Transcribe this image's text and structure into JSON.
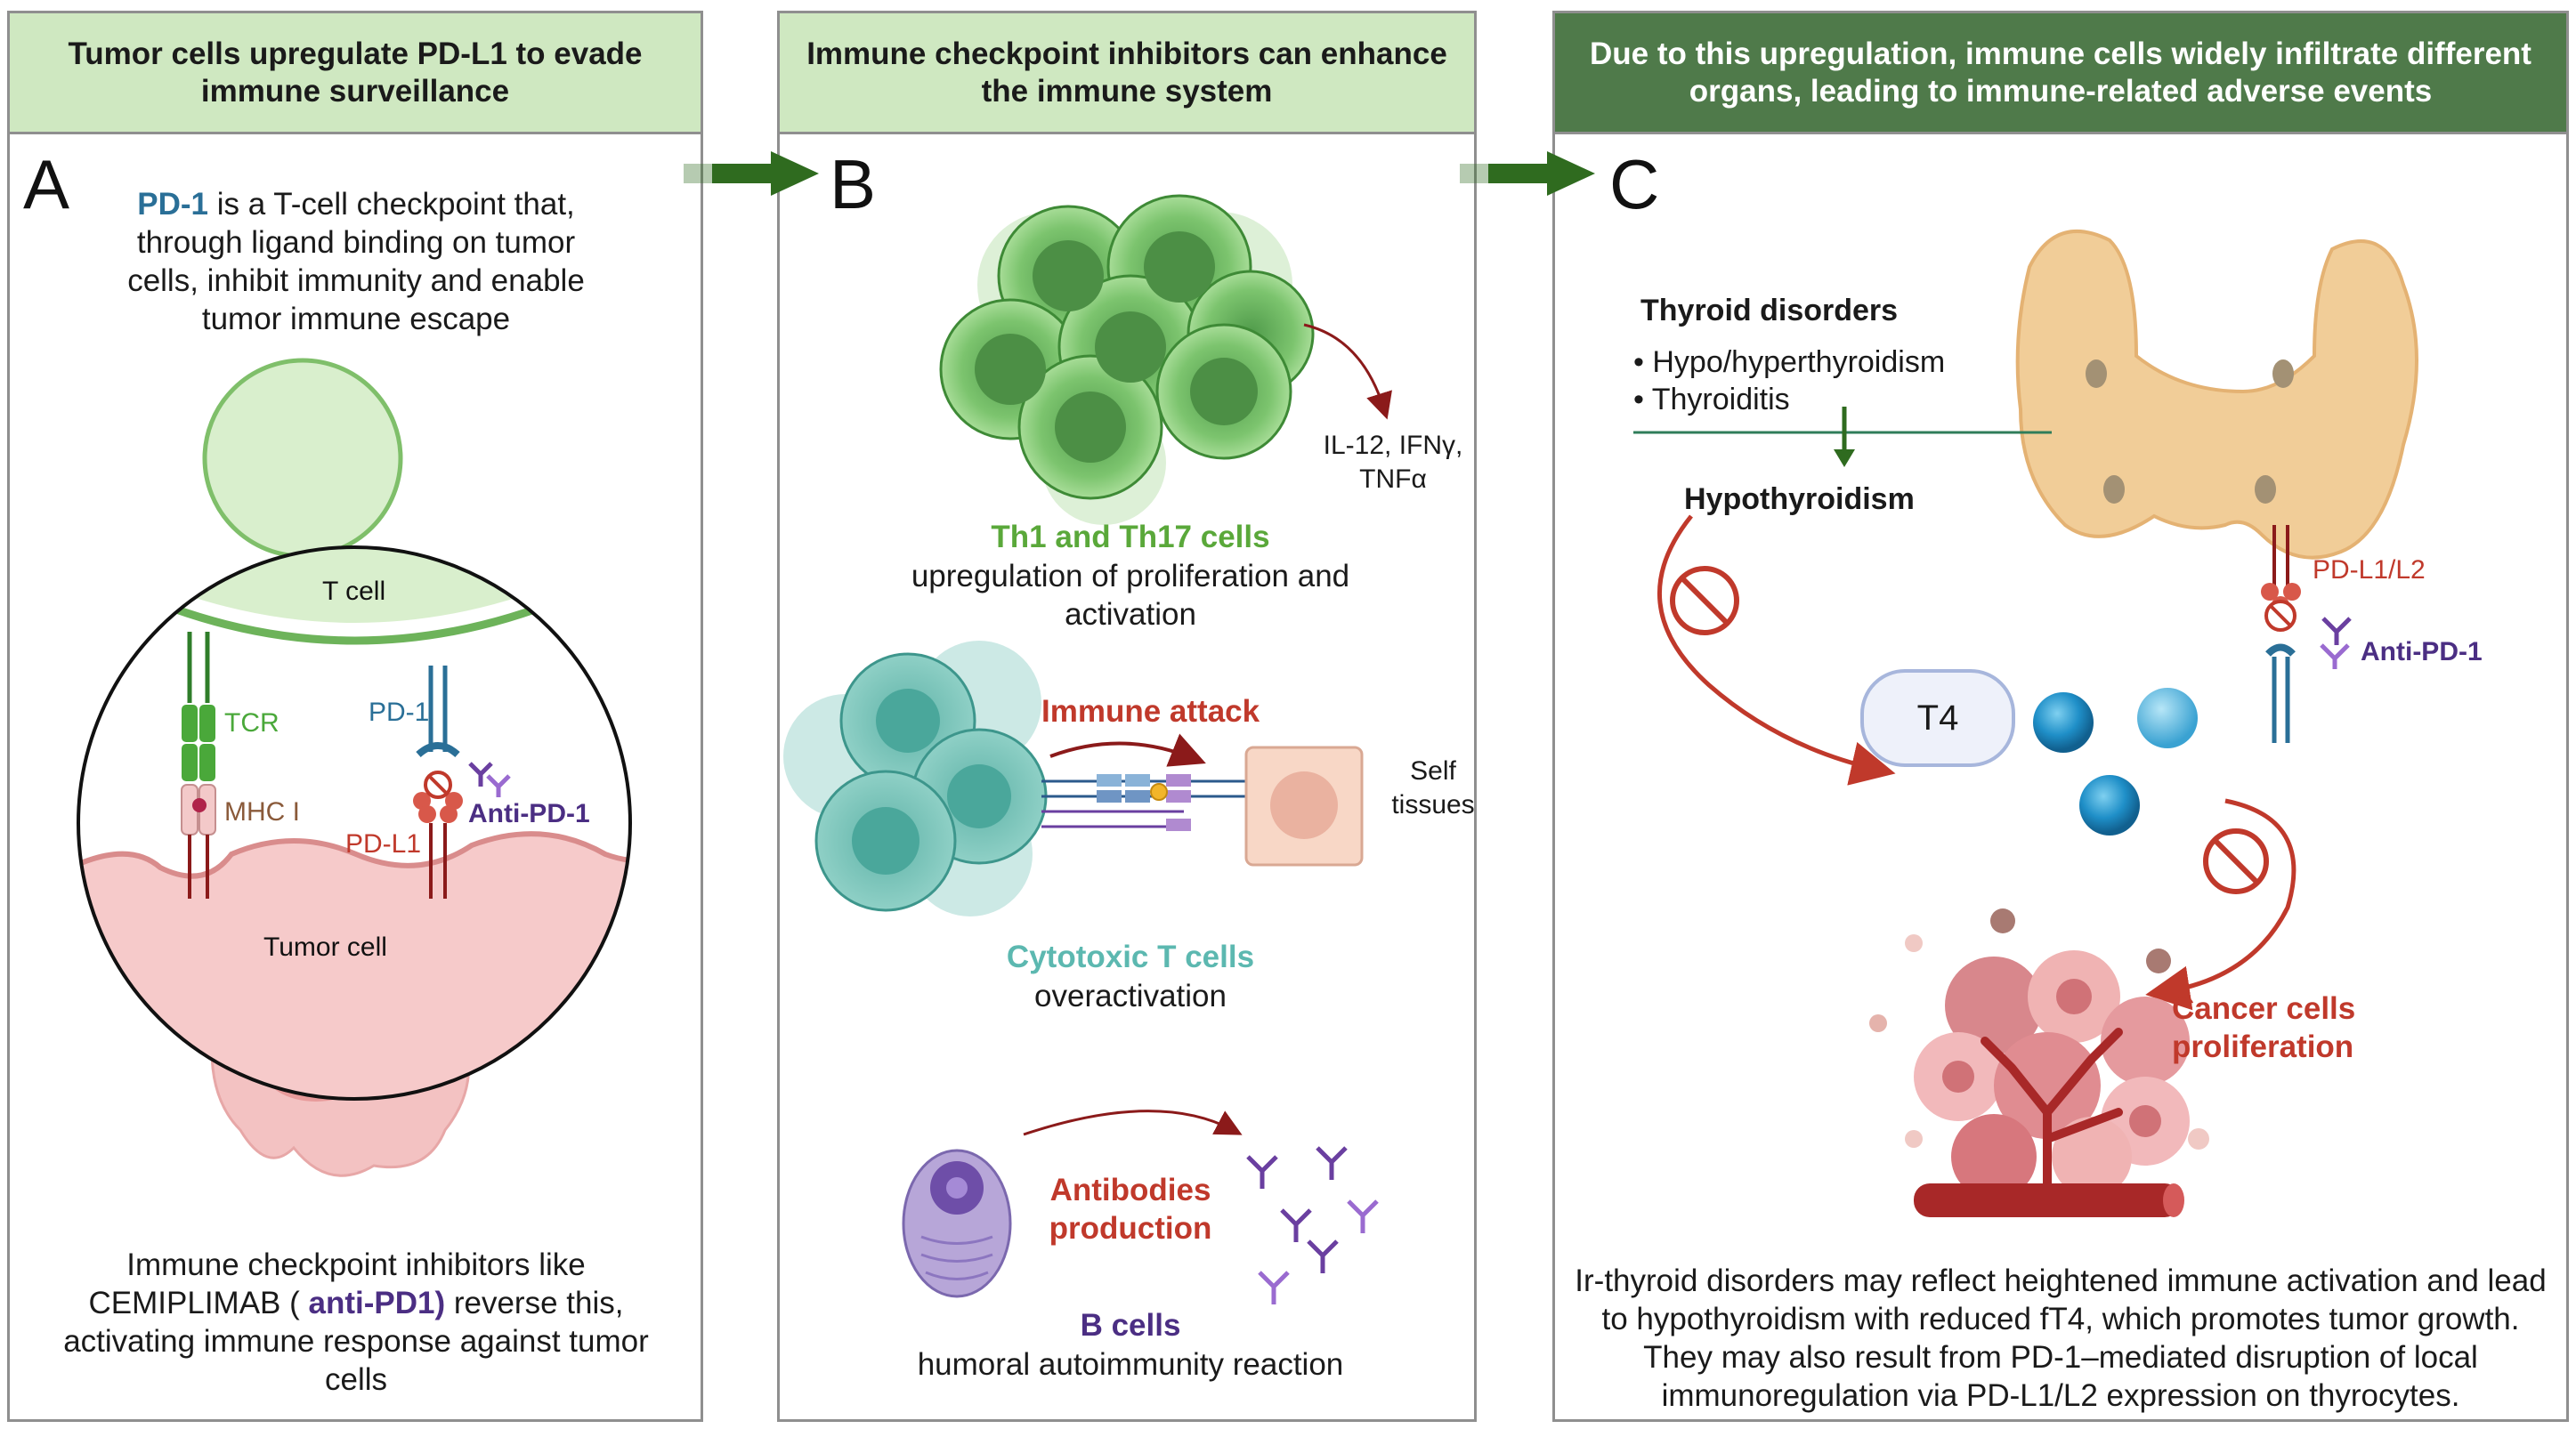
{
  "panels": {
    "a": {
      "header": "Tumor cells upregulate PD-L1 to evade immune surveillance",
      "letter": "A",
      "intro_highlight": "PD-1",
      "intro_rest": " is a T-cell checkpoint that, through ligand binding on tumor cells, inhibit immunity and enable tumor immune escape",
      "labels": {
        "t_cell": "T cell",
        "tcr": "TCR",
        "mhc": "MHC I",
        "pd1": "PD-1",
        "pdl1": "PD-L1",
        "anti_pd1": "Anti-PD-1",
        "tumor_cell": "Tumor cell"
      },
      "footer_pre": "Immune checkpoint inhibitors like CEMIPLIMAB ( ",
      "footer_highlight": "anti-PD1)",
      "footer_post": " reverse this, activating immune response against tumor cells"
    },
    "b": {
      "header": "Immune checkpoint inhibitors can enhance the immune system",
      "letter": "B",
      "cytokines_line1": "IL-12, IFNγ,",
      "cytokines_line2": "TNFα",
      "th_title": "Th1 and Th17 cells",
      "th_desc": "upregulation of proliferation and activation",
      "immune_attack": "Immune attack",
      "self_tissues_line1": "Self",
      "self_tissues_line2": "tissues",
      "cyto_title": "Cytotoxic T cells",
      "cyto_desc": "overactivation",
      "antibodies_line1": "Antibodies",
      "antibodies_line2": "production",
      "b_title": "B cells",
      "b_desc": "humoral autoimmunity reaction"
    },
    "c": {
      "header": "Due to this upregulation, immune cells widely infiltrate different organs, leading to immune-related adverse events",
      "letter": "C",
      "thyroid_title": "Thyroid disorders",
      "bullet1": "• Hypo/hyperthyroidism",
      "bullet2": "• Thyroiditis",
      "hypothyroidism": "Hypothyroidism",
      "pdl1l2": "PD-L1/L2",
      "anti_pd1": "Anti-PD-1",
      "t4": "T4",
      "cancer_line1": "Cancer cells",
      "cancer_line2": "proliferation",
      "footer": "Ir-thyroid disorders may reflect heightened immune activation and lead to hypothyroidism with reduced fT4, which promotes tumor growth. They may also result from PD-1–mediated disruption of local immunoregulation via PD-L1/L2 expression on thyrocytes."
    }
  },
  "colors": {
    "header_light": "#cfe8c1",
    "header_dark": "#4f7a4a",
    "pd1_blue": "#2a6f97",
    "anti_purple": "#4b2e83",
    "th_green": "#5aa83a",
    "cyto_teal": "#5cb8b0",
    "red": "#c0392b",
    "arrow_green": "#2f6b1f"
  }
}
